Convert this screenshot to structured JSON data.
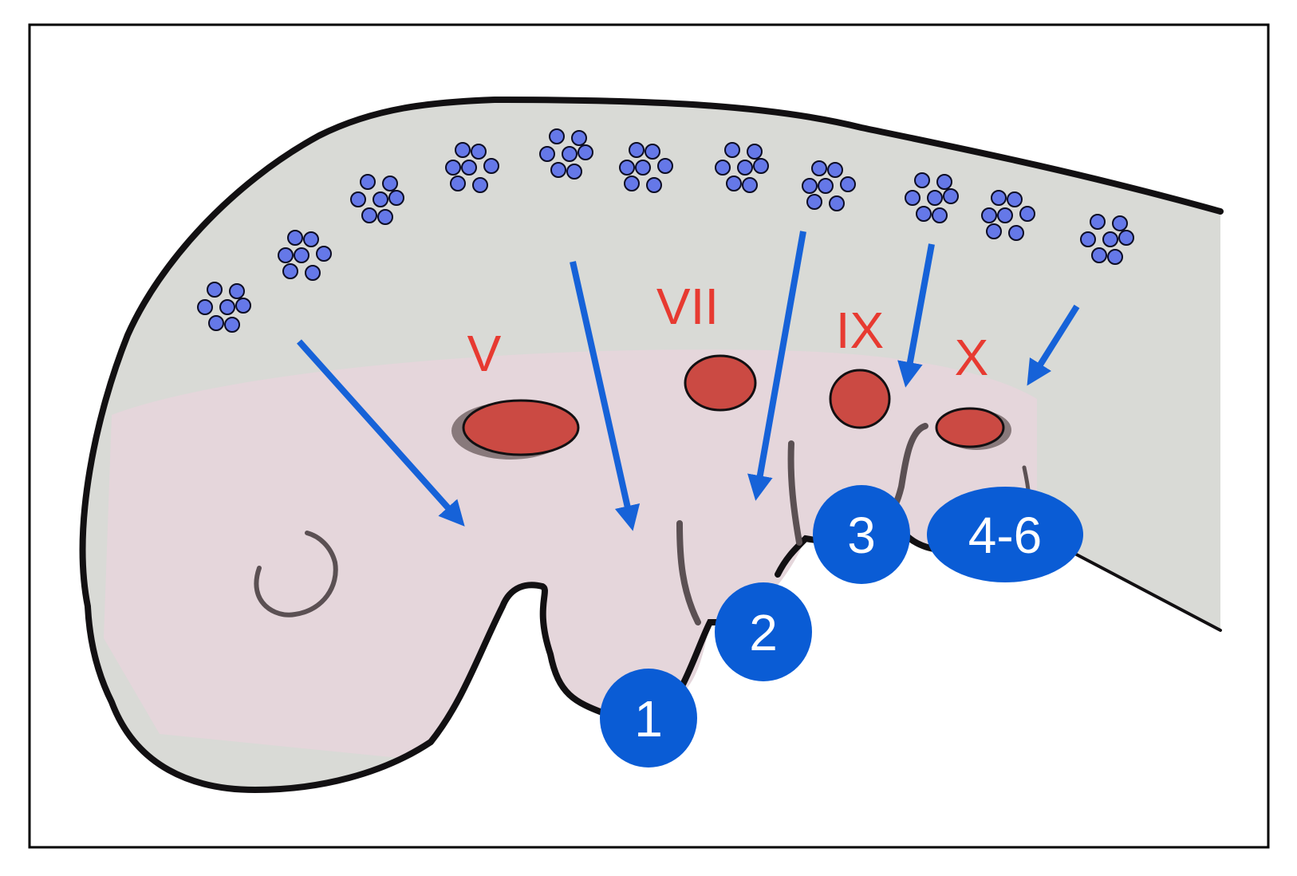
{
  "colors": {
    "embryo_fill": "#d9dad6",
    "pharyngeal_region": "#e6d5dc",
    "outline": "#121012",
    "ganglion_fill": "#cb4a43",
    "ganglion_label": "#e73a31",
    "neural_crest_cell": "#6578e8",
    "arrow": "#1662d8",
    "arch_badge": "#0a5cd5",
    "arch_label": "#ffffff",
    "groove": "#5b5053"
  },
  "ganglia": [
    {
      "label": "V"
    },
    {
      "label": "VII"
    },
    {
      "label": "IX"
    },
    {
      "label": "X"
    }
  ],
  "pharyngeal_arches": [
    {
      "label": "1"
    },
    {
      "label": "2"
    },
    {
      "label": "3"
    },
    {
      "label": "4-6"
    }
  ],
  "icons": {
    "cell": "neural-crest-cell-icon",
    "arrow": "migration-arrow-icon",
    "eye": "optic-placode-icon"
  }
}
